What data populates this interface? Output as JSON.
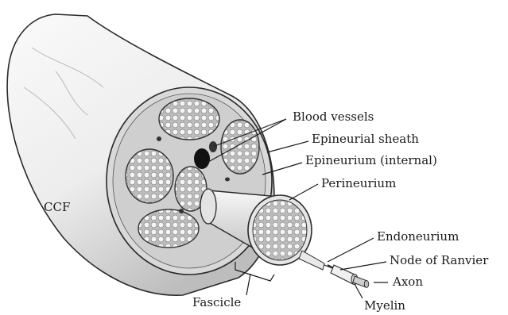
{
  "labels": {
    "ccf": "CCF",
    "blood_vessels": "Blood vessels",
    "epineurial_sheath": "Epineurial sheath",
    "epineurium_internal": "Epineurium (internal)",
    "perineurium": "Perineurium",
    "endoneurium": "Endoneurium",
    "node_of_ranvier": "Node of Ranvier",
    "axon": "Axon",
    "myelin": "Myelin",
    "fascicle": "Fascicle"
  },
  "colors": {
    "outline": "#2a2a2a",
    "sheath_light": "#f2f2f2",
    "sheath_shade": "#c8c8c8",
    "fascicle_fill": "#e0e0e0",
    "cell_fill": "#f4f4f4",
    "vessel": "#111111"
  }
}
